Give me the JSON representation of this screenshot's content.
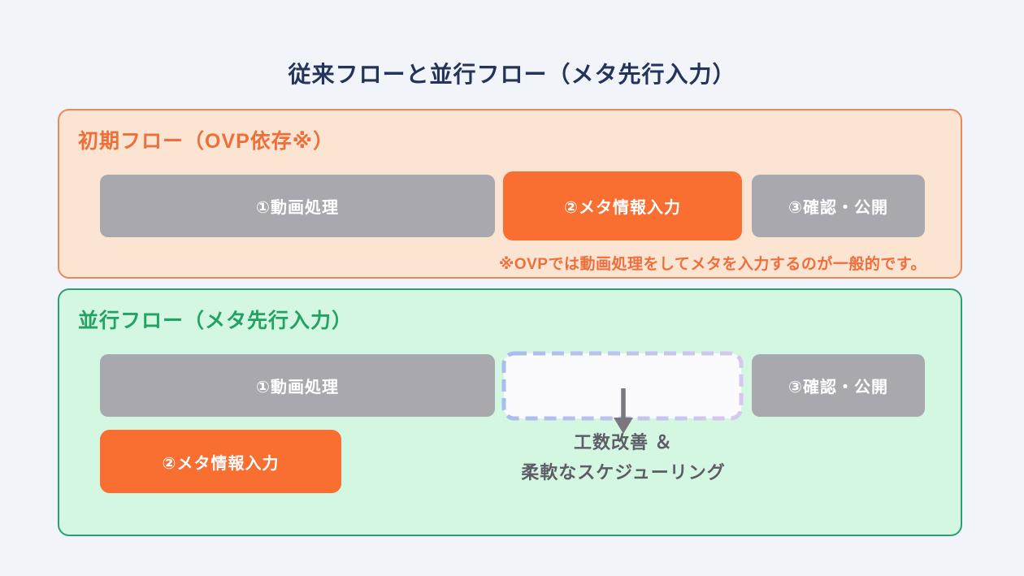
{
  "title": "従来フローと並行フロー（メタ先行入力）",
  "initial_flow": {
    "heading": "初期フロー（OVP依存※）",
    "steps": [
      {
        "label": "①動画処理",
        "style": "gray"
      },
      {
        "label": "②メタ情報入力",
        "style": "orange"
      },
      {
        "label": "③確認・公開",
        "style": "gray"
      }
    ],
    "note": "※OVPでは動画処理をしてメタを入力するのが一般的です。"
  },
  "parallel_flow": {
    "heading": "並行フロー（メタ先行入力）",
    "steps": [
      {
        "label": "①動画処理",
        "style": "gray"
      },
      {
        "label": "",
        "style": "dashed-placeholder"
      },
      {
        "label": "③確認・公開",
        "style": "gray"
      }
    ],
    "meta_step_label": "②メタ情報入力",
    "benefit_line1": "工数改善 ＆",
    "benefit_line2": "柔軟なスケジューリング"
  },
  "colors": {
    "page_background": "#F1F5FA",
    "title_navy": "#24335B",
    "accent_orange": "#F96E31",
    "heading_orange": "#EE6F3A",
    "panel_peach_bg": "#FCE4D2",
    "panel_peach_border": "#E8895B",
    "step_gray": "#A8A8AE",
    "panel_mint_bg": "#D4F7E1",
    "panel_mint_border": "#2E9E72",
    "heading_green": "#22A263",
    "dashed_border_blue": "#A7BEEE",
    "dashed_border_purple": "#D8C7F0",
    "arrow_gray": "#7B7680",
    "benefit_text_gray": "#5E5C66"
  }
}
